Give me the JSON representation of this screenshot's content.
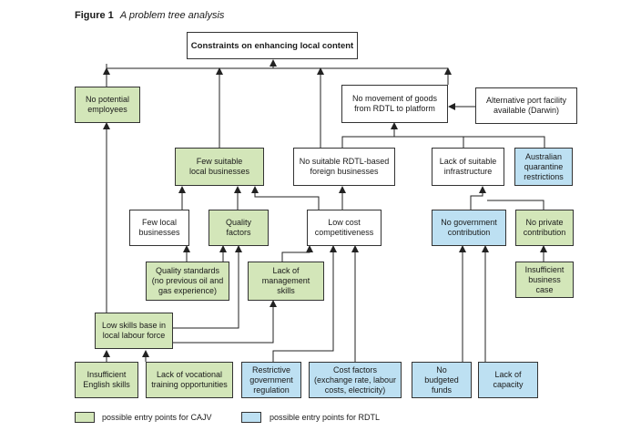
{
  "figure": {
    "number": "Figure 1",
    "caption": "A problem tree analysis"
  },
  "nodes": {
    "root": "Constraints on enhancing local content",
    "no_potential_employees": "No potential\nemployees",
    "no_movement_goods": "No movement of goods\nfrom RDTL to platform",
    "alternative_port": "Alternative port facility\navailable (Darwin)",
    "few_local_businesses": "Few suitable\nlocal businesses",
    "no_rdtl_foreign": "No suitable RDTL-based\nforeign businesses",
    "lack_infrastructure": "Lack of suitable\ninfrastructure",
    "quarantine": "Australian\nquarantine\nrestrictions",
    "few_local": "Few local\nbusinesses",
    "quality_factors": "Quality\nfactors",
    "low_cost": "Low cost\ncompetitiveness",
    "no_gov_contribution": "No government\ncontribution",
    "no_private_contribution": "No private\ncontribution",
    "quality_standards": "Quality standards\n(no previous oil and\ngas experience)",
    "lack_management": "Lack of\nmanagement\nskills",
    "insufficient_business_case": "Insufficient\nbusiness case",
    "low_skills": "Low skills base in\nlocal labour force",
    "insufficient_english": "Insufficient\nEnglish skills",
    "lack_vocational": "Lack of vocational\ntraining opportunities",
    "restrictive_gov": "Restrictive\ngovernment\nregulation",
    "cost_factors": "Cost factors\n(exchange rate, labour\ncosts, electricity)",
    "no_budgeted": "No\nbudgeted\nfunds",
    "lack_capacity": "Lack of\ncapacity"
  },
  "legend": {
    "cajv": "possible entry points for CAJV",
    "rdtl": "possible entry points for RDTL"
  },
  "colors": {
    "cajv": "#d3e6b9",
    "rdtl": "#bde0f2",
    "neutral": "#ffffff"
  }
}
